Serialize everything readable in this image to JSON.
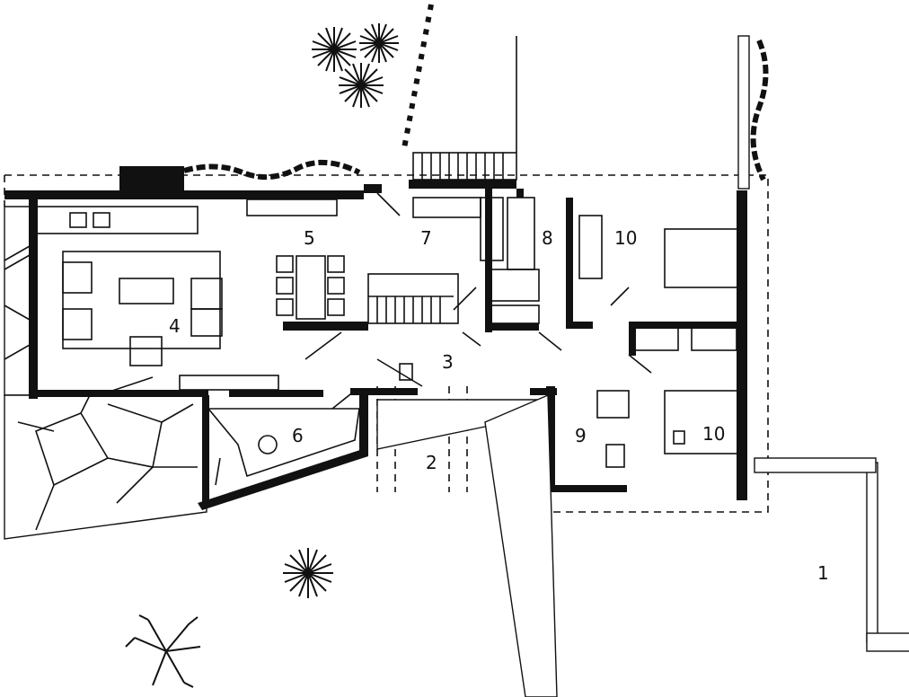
{
  "title": "House floor plan",
  "room_labels": {
    "garden": "1",
    "entrance_path": "2",
    "entrance_hall": "3",
    "living": "4",
    "dining": "5",
    "terrace_storage": "6",
    "kitchen": "7",
    "bathroom": "8",
    "wc": "9",
    "bedroom_north": "10",
    "bedroom_south": "10"
  },
  "colors": {
    "ink": "#111111",
    "paper": "#ffffff"
  }
}
